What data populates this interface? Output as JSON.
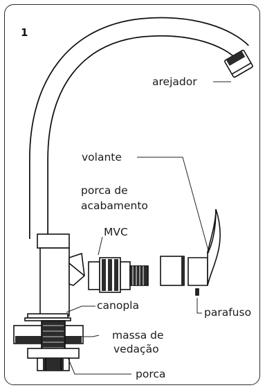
{
  "figure_number": "1",
  "labels": {
    "arejador": "arejador",
    "volante": "volante",
    "porca_acabamento_1": "porca de",
    "porca_acabamento_2": "acabamento",
    "mvc": "MVC",
    "canopla": "canopla",
    "parafuso": "parafuso",
    "massa_vedacao_1": "massa de",
    "massa_vedacao_2": "vedação",
    "porca": "porca"
  },
  "colors": {
    "outline": "#111111",
    "dark_fill": "#2b2b2b",
    "light_fill": "#ffffff"
  }
}
